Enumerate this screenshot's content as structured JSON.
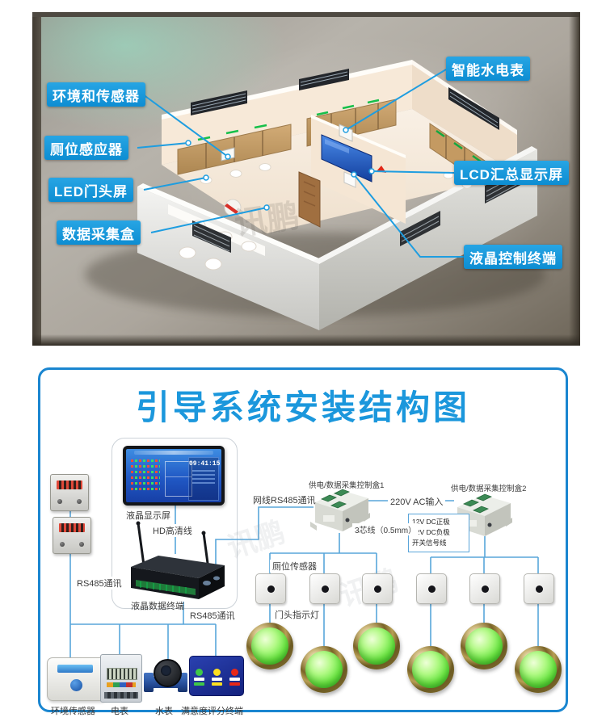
{
  "watermark": "讯鹏",
  "top_photo": {
    "callouts": {
      "env_sensor": "环境和传感器",
      "stall_sensor": "厕位感应器",
      "led_door_screen": "LED门头屏",
      "data_collection_box": "数据采集盒",
      "smart_meter": "智能水电表",
      "lcd_summary_screen": "LCD汇总显示屏",
      "lcd_control_terminal": "液晶控制终端"
    },
    "colors": {
      "callout_bg": "#149ade",
      "leader_line": "#1e9de0"
    }
  },
  "diagram": {
    "title": "引导系统安装结构图",
    "display": {
      "label": "液晶显示屏",
      "time": "09:41:15"
    },
    "terminal": {
      "label": "液晶数据终端"
    },
    "cables": {
      "hd": "HD高清线",
      "rs485_meters": "RS485通讯",
      "rs485_terminal": "RS485通讯",
      "net_rs485": "网线RS485通讯",
      "ac_input": "220V AC输入",
      "wire_3core": "3芯线（0.5mm）"
    },
    "control_boxes": {
      "box1": "供电/数据采集控制盒1",
      "box2": "供电/数据采集控制盒2"
    },
    "wire_legend": {
      "dc_pos": "12V DC正极",
      "dc_neg": "12V DC负极",
      "switch_signal": "开关信号线"
    },
    "devices": {
      "stall_sensor": "厕位传感器",
      "door_light": "门头指示灯",
      "env_sensor": "环境传感器",
      "electric_meter": "电表",
      "water_meter": "水表",
      "satisfaction_terminal": "满意度评分终端"
    },
    "colors": {
      "title": "#1b97dc",
      "border": "#1a86d0",
      "line": "#58a6da"
    }
  }
}
